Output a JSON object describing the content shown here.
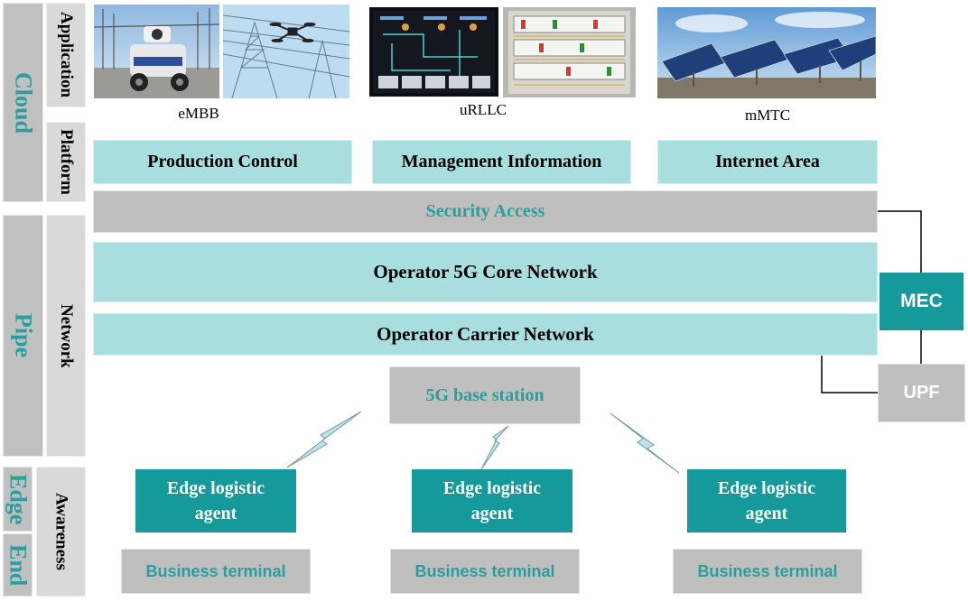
{
  "layers": {
    "cloud": "Cloud",
    "pipe": "Pipe",
    "edge": "Edge",
    "end": "End"
  },
  "sublayers": {
    "application": "Application",
    "platform": "Platform",
    "network": "Network",
    "awareness": "Awareness"
  },
  "applications": {
    "embb": "eMBB",
    "urllc": "uRLLC",
    "mmtc": "mMTC"
  },
  "platform": {
    "production_control": "Production Control",
    "management_information": "Management Information",
    "internet_area": "Internet Area"
  },
  "network": {
    "security_access": "Security Access",
    "core_network": "Operator 5G Core Network",
    "carrier_network": "Operator Carrier Network",
    "base_station": "5G base station",
    "mec": "MEC",
    "upf": "UPF"
  },
  "edge": {
    "agent_line1": "Edge logistic",
    "agent_line2": "agent",
    "terminal": "Business terminal"
  },
  "colors": {
    "teal": "#16999a",
    "cyan": "#a8dede",
    "grey": "#bfbfbf",
    "teal_text": "#2a9d9d"
  }
}
